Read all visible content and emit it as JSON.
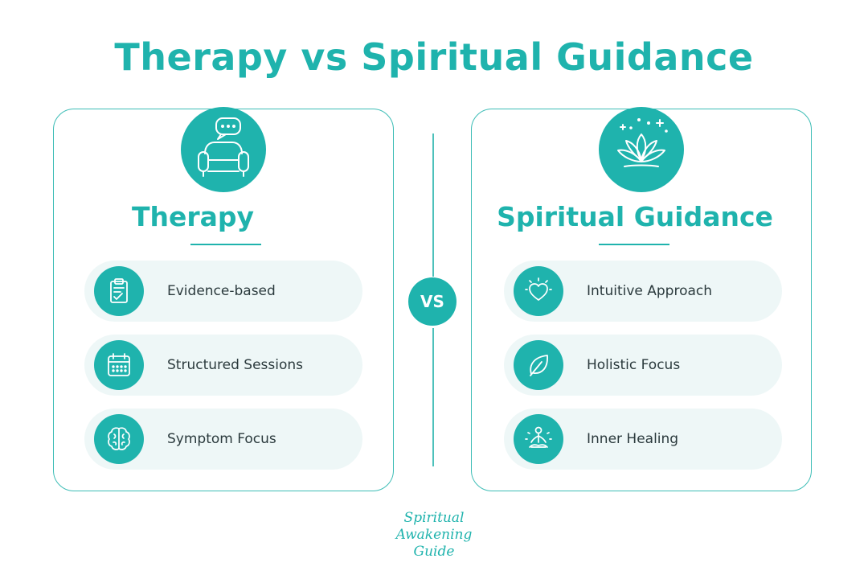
{
  "colors": {
    "accent": "#1fb3ad",
    "accent_dark": "#1aa39d",
    "panel_border": "#3dbdb6",
    "item_bg": "#eef7f7",
    "divider": "#4dc1bb",
    "text": "#2b3a3d"
  },
  "title": "Therapy vs Spiritual Guidance",
  "left": {
    "icon": "armchair-speech-bubble-icon",
    "heading": "Therapy",
    "items": [
      {
        "icon": "clipboard-icon",
        "label": "Evidence-based"
      },
      {
        "icon": "calendar-icon",
        "label": "Structured Sessions"
      },
      {
        "icon": "brain-icon",
        "label": "Symptom Focus"
      }
    ]
  },
  "right": {
    "icon": "lotus-sparkles-icon",
    "heading": "Spiritual Guidance",
    "items": [
      {
        "icon": "radiant-heart-icon",
        "label": "Intuitive Approach"
      },
      {
        "icon": "leaf-icon",
        "label": "Holistic Focus"
      },
      {
        "icon": "meditation-icon",
        "label": "Inner Healing"
      }
    ]
  },
  "vs_label": "VS",
  "footer": {
    "line1": "Spiritual",
    "line2": "Awakening",
    "line3": "Guide"
  }
}
